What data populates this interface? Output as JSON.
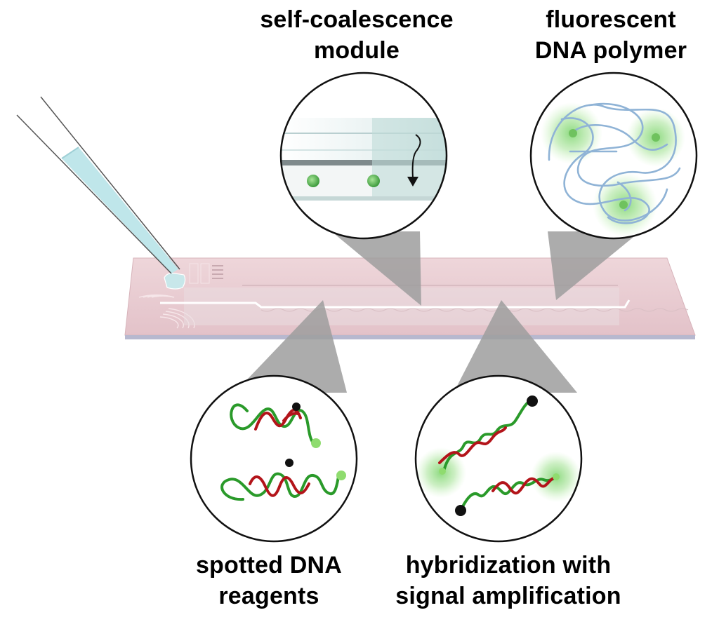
{
  "labels": {
    "self_coalescence": {
      "line1": "self-coalescence",
      "line2": "module"
    },
    "fluorescent_polymer": {
      "line1": "fluorescent",
      "line2": "DNA polymer"
    },
    "spotted_reagents": {
      "line1": "spotted DNA",
      "line2": "reagents"
    },
    "hybridization": {
      "line1": "hybridization with",
      "line2": "signal amplification"
    }
  },
  "colors": {
    "chip": "#e9c9cf",
    "chip_edge": "#b7b8cf",
    "callout_gray": "#9d9d9d",
    "strand_green": "#1a8f1a",
    "strand_red": "#b3141a",
    "glow_green": "#7ad36b",
    "polymer_blue": "#8fb3d6",
    "pipette_liquid": "#bfe6ea"
  }
}
